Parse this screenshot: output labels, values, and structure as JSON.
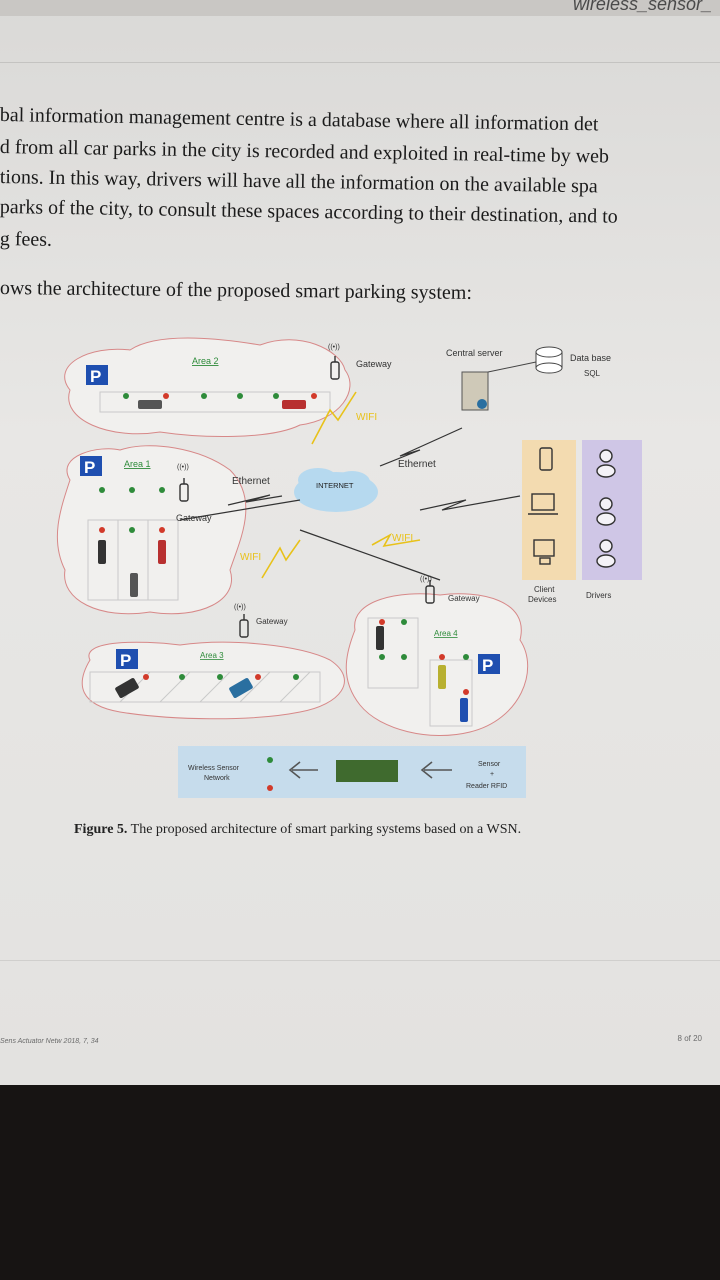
{
  "header": {
    "tab_fragment": "wireless_sensor_"
  },
  "paragraph": {
    "lines": [
      "bal information management centre is a database where all information det",
      "d from all car parks in the city is recorded and exploited in real-time by web",
      "tions. In this way, drivers will have all the information on the available spa",
      "parks of the city, to consult these spaces according to their destination, and to",
      "g fees."
    ],
    "intro": "ows the architecture of the proposed smart parking system:"
  },
  "figure": {
    "labels": {
      "area1": "Area 1",
      "area2": "Area 2",
      "area3": "Area 3",
      "area4": "Area 4",
      "gateway_top": "Gateway",
      "gateway_left": "Gateway",
      "gateway_mid": "Gateway",
      "gateway_right": "Gateway",
      "central_server": "Central server",
      "database": "Data base",
      "sql": "SQL",
      "ethernet_left": "Ethernet",
      "ethernet_right": "Ethernet",
      "internet": "INTERNET",
      "wifi_top": "WIFI",
      "wifi_left": "WIFI",
      "wifi_right": "WIFI",
      "client_devices_1": "Client",
      "client_devices_2": "Devices",
      "drivers": "Drivers",
      "wsn_1": "Wireless Sensor",
      "wsn_2": "Network",
      "sensor_1": "Sensor",
      "sensor_plus": "+",
      "sensor_2": "Reader RFID",
      "parking_sign": "P"
    },
    "caption_label": "Figure 5.",
    "caption_text": " The proposed architecture of smart parking systems based on a WSN.",
    "colors": {
      "sensor_green": "#2e8b3a",
      "sensor_red": "#d23a2a",
      "parking_blue": "#1f4fb0",
      "wifi_yellow": "#e8c21a",
      "cloud_blue": "#b6d9ef",
      "client_panel": "#f3dbb0",
      "drivers_panel": "#cfc6e6",
      "legend_panel": "#c6dcec"
    }
  },
  "footer": {
    "left": "Sens Actuator Netw 2018, 7, 34",
    "right": "8 of 20"
  }
}
